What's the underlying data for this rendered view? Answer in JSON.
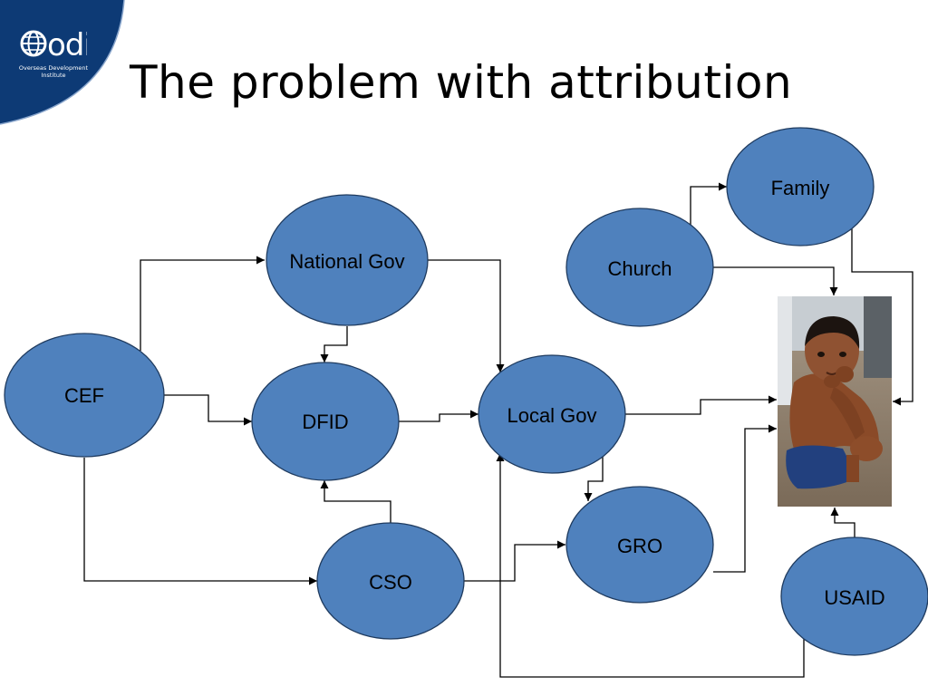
{
  "slide": {
    "title": "The problem with attribution",
    "logo": {
      "mark": "odi",
      "subtitle_line1": "Overseas Development",
      "subtitle_line2": "Institute",
      "color": "#0d3a75"
    }
  },
  "diagram": {
    "node_fill": "#4f81bd",
    "node_stroke": "#1f3b5f",
    "nodes": [
      {
        "id": "cef",
        "label": "CEF"
      },
      {
        "id": "national-gov",
        "label": "National Gov"
      },
      {
        "id": "dfid",
        "label": "DFID"
      },
      {
        "id": "cso",
        "label": "CSO"
      },
      {
        "id": "local-gov",
        "label": "Local Gov"
      },
      {
        "id": "gro",
        "label": "GRO"
      },
      {
        "id": "church",
        "label": "Church"
      },
      {
        "id": "family",
        "label": "Family"
      },
      {
        "id": "usaid",
        "label": "USAID"
      }
    ],
    "edges": [
      {
        "from": "cef",
        "to": "national-gov"
      },
      {
        "from": "cef",
        "to": "dfid"
      },
      {
        "from": "cef",
        "to": "cso"
      },
      {
        "from": "national-gov",
        "to": "dfid"
      },
      {
        "from": "national-gov",
        "to": "local-gov"
      },
      {
        "from": "dfid",
        "to": "local-gov"
      },
      {
        "from": "cso",
        "to": "dfid"
      },
      {
        "from": "cso",
        "to": "gro"
      },
      {
        "from": "local-gov",
        "to": "gro"
      },
      {
        "from": "local-gov",
        "to": "child-photo"
      },
      {
        "from": "gro",
        "to": "child-photo"
      },
      {
        "from": "church",
        "to": "family"
      },
      {
        "from": "church",
        "to": "child-photo"
      },
      {
        "from": "family",
        "to": "child-photo"
      },
      {
        "from": "usaid",
        "to": "child-photo"
      },
      {
        "from": "usaid",
        "to": "local-gov"
      }
    ],
    "image": {
      "subject": "photograph of a young child crouching"
    }
  }
}
